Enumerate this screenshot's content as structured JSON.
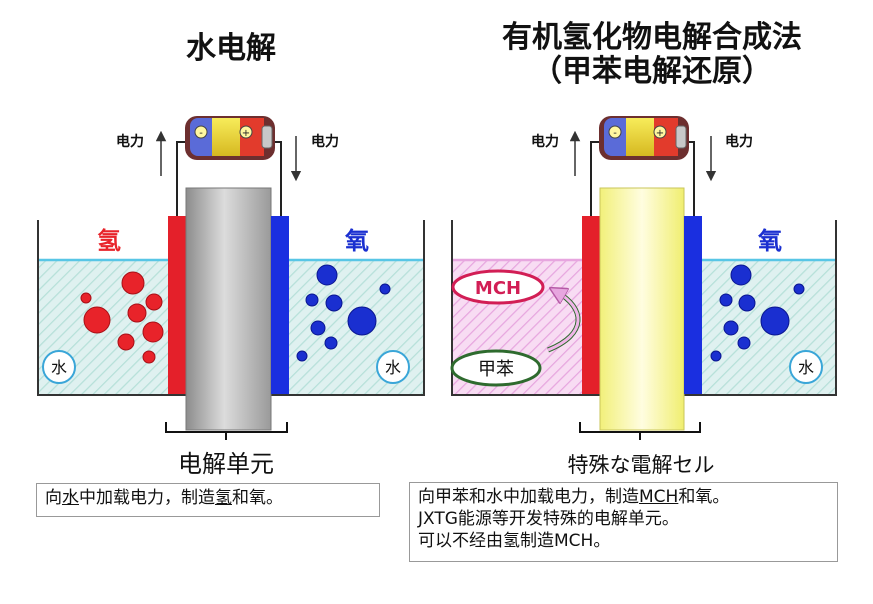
{
  "left": {
    "title": "水电解",
    "power_left": "电力",
    "power_right": "电力",
    "gas_left": "氢",
    "gas_right": "氧",
    "water_left": "水",
    "water_right": "水",
    "unit_label": "电解单元",
    "caption": {
      "pre": "向",
      "underlined": "水",
      "mid": "中加载电力，制造",
      "underlined2": "氢",
      "post": "和氧。"
    }
  },
  "right": {
    "title_line1": "有机氢化物电解合成法",
    "title_line2": "（甲苯电解还原）",
    "power_left": "电力",
    "power_right": "电力",
    "gas_right": "氧",
    "product": "MCH",
    "feed": "甲苯",
    "water": "水",
    "unit_label": "特殊な電解セル",
    "caption": {
      "line1_pre": "向甲苯和水中加载电力，制造",
      "line1_underlined": "MCH",
      "line1_post": "和氧。",
      "line2": "JXTG能源等开发特殊的电解单元。",
      "line3": "可以不经由氢制造MCH。"
    }
  },
  "colors": {
    "hydrogen": "#e8232a",
    "oxygen": "#1a2fd0",
    "water_fill": "#dff1f0",
    "water_line": "#58c6e6",
    "toluene_fill": "#f6d3f0",
    "electrode_red": "#e4202a",
    "electrode_blue": "#1a2fe0",
    "membrane_yellow": "#fbfaa0",
    "mch_border": "#d21e55",
    "toluene_border": "#2e6b2e"
  }
}
